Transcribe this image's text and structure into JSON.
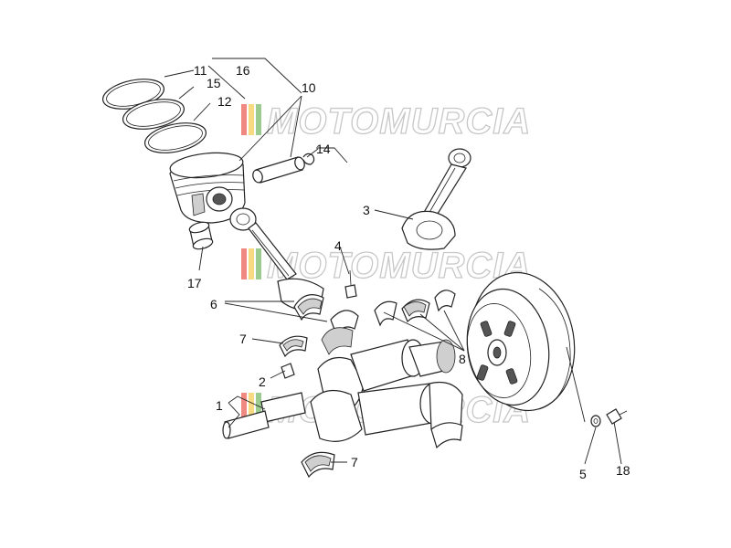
{
  "diagram": {
    "callouts": [
      {
        "id": "c11",
        "text": "11"
      },
      {
        "id": "c16",
        "text": "16"
      },
      {
        "id": "c15",
        "text": "15"
      },
      {
        "id": "c10",
        "text": "10"
      },
      {
        "id": "c12",
        "text": "12"
      },
      {
        "id": "c14",
        "text": "14"
      },
      {
        "id": "c3",
        "text": "3"
      },
      {
        "id": "c4",
        "text": "4"
      },
      {
        "id": "c17",
        "text": "17"
      },
      {
        "id": "c6",
        "text": "6"
      },
      {
        "id": "c7a",
        "text": "7"
      },
      {
        "id": "c8",
        "text": "8"
      },
      {
        "id": "c2",
        "text": "2"
      },
      {
        "id": "c1",
        "text": "1"
      },
      {
        "id": "c7b",
        "text": "7"
      },
      {
        "id": "c5",
        "text": "5"
      },
      {
        "id": "c18",
        "text": "18"
      }
    ],
    "watermark": {
      "text": "MOTOMURCIA",
      "colors": [
        "#e63b2e",
        "#f2c12e",
        "#5aa845"
      ]
    }
  }
}
